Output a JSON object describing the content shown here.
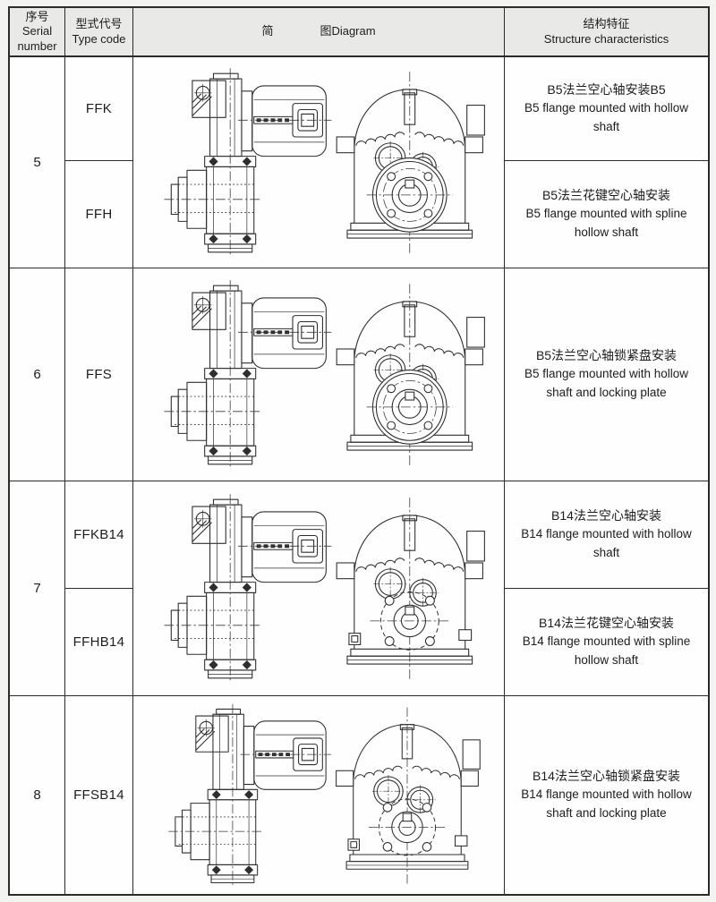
{
  "colors": {
    "page_background": "#f3f3f1",
    "header_background": "#e9e9e7",
    "table_line": "#2b2b2b",
    "text": "#1d1d1d"
  },
  "table": {
    "headers": {
      "serial": "序号\nSerial\nnumber",
      "type_code": "型式代号\nType code",
      "diagram": "简　　　　图Diagram",
      "characteristics": "结构特征\nStructure characteristics"
    },
    "rows": [
      {
        "serial": "5",
        "flange": "B5",
        "entries": [
          {
            "code": "FFK",
            "desc_zh": "B5法兰空心轴安装B5",
            "desc_en": "B5 flange mounted with hollow shaft"
          },
          {
            "code": "FFH",
            "desc_zh": "B5法兰花键空心轴安装",
            "desc_en": "B5 flange mounted with spline hollow shaft"
          }
        ]
      },
      {
        "serial": "6",
        "flange": "B5",
        "entries": [
          {
            "code": "FFS",
            "desc_zh": "B5法兰空心轴锁紧盘安装",
            "desc_en": "B5 flange mounted with hollow shaft and locking plate"
          }
        ]
      },
      {
        "serial": "7",
        "flange": "B14",
        "entries": [
          {
            "code": "FFKB14",
            "desc_zh": "B14法兰空心轴安装",
            "desc_en": "B14 flange mounted with hollow shaft"
          },
          {
            "code": "FFHB14",
            "desc_zh": "B14法兰花键空心轴安装",
            "desc_en": "B14 flange mounted with spline hollow shaft"
          }
        ]
      },
      {
        "serial": "8",
        "flange": "B14",
        "entries": [
          {
            "code": "FFSB14",
            "desc_zh": "B14法兰空心轴锁紧盘安装",
            "desc_en": "B14 flange mounted with hollow shaft and locking plate"
          }
        ]
      }
    ]
  }
}
